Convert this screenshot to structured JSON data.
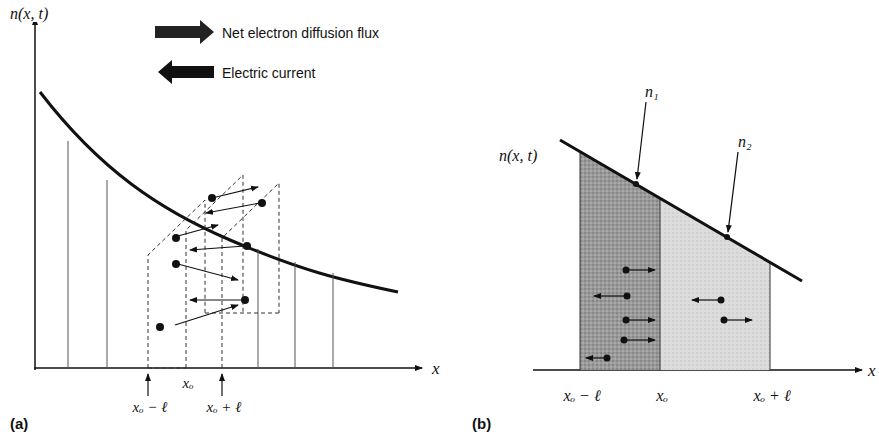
{
  "diagram": {
    "labels": [
      "n(x, t)",
      "Net electron diffusion flux",
      "Electric current",
      "x",
      "xₒ − ℓ",
      "xₒ",
      "xₒ + ℓ",
      "(a)",
      "n(x, t)",
      "n₁",
      "n₂",
      "x",
      "xₒ − ℓ",
      "xₒ",
      "xₒ + ℓ",
      "(b)"
    ]
  }
}
